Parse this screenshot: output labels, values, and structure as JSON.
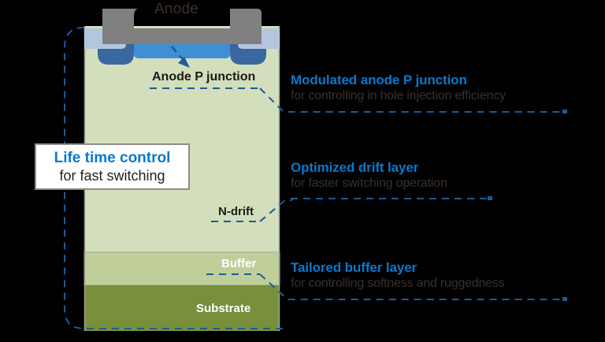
{
  "diagram": {
    "title": "Anode",
    "layers": {
      "anode_p_junction": "Anode P junction",
      "n_drift": "N-drift",
      "buffer": "Buffer",
      "substrate": "Substrate"
    }
  },
  "callout": {
    "headline": "Life time control",
    "subline": "for fast switching"
  },
  "notes": [
    {
      "headline": "Modulated anode P junction",
      "subline": "for controlling in hole injection efficiency"
    },
    {
      "headline": "Optimized drift layer",
      "subline": "for faster switching operation"
    },
    {
      "headline": "Tailored buffer layer",
      "subline": "for controlling softness and ruggedness"
    }
  ],
  "colors": {
    "accent_blue": "#0a79cc",
    "dashed_blue": "#1b5c96",
    "metal_gray": "#808080",
    "oxide_blue": "#b3c6de",
    "p_well_blue": "#39679e",
    "junction_blue": "#3f8fd2",
    "n_drift_green": "#d3debc",
    "buffer_green": "#c0cf99",
    "substrate_green": "#78903c",
    "text_dark": "#3b3028",
    "background": "#000000"
  }
}
